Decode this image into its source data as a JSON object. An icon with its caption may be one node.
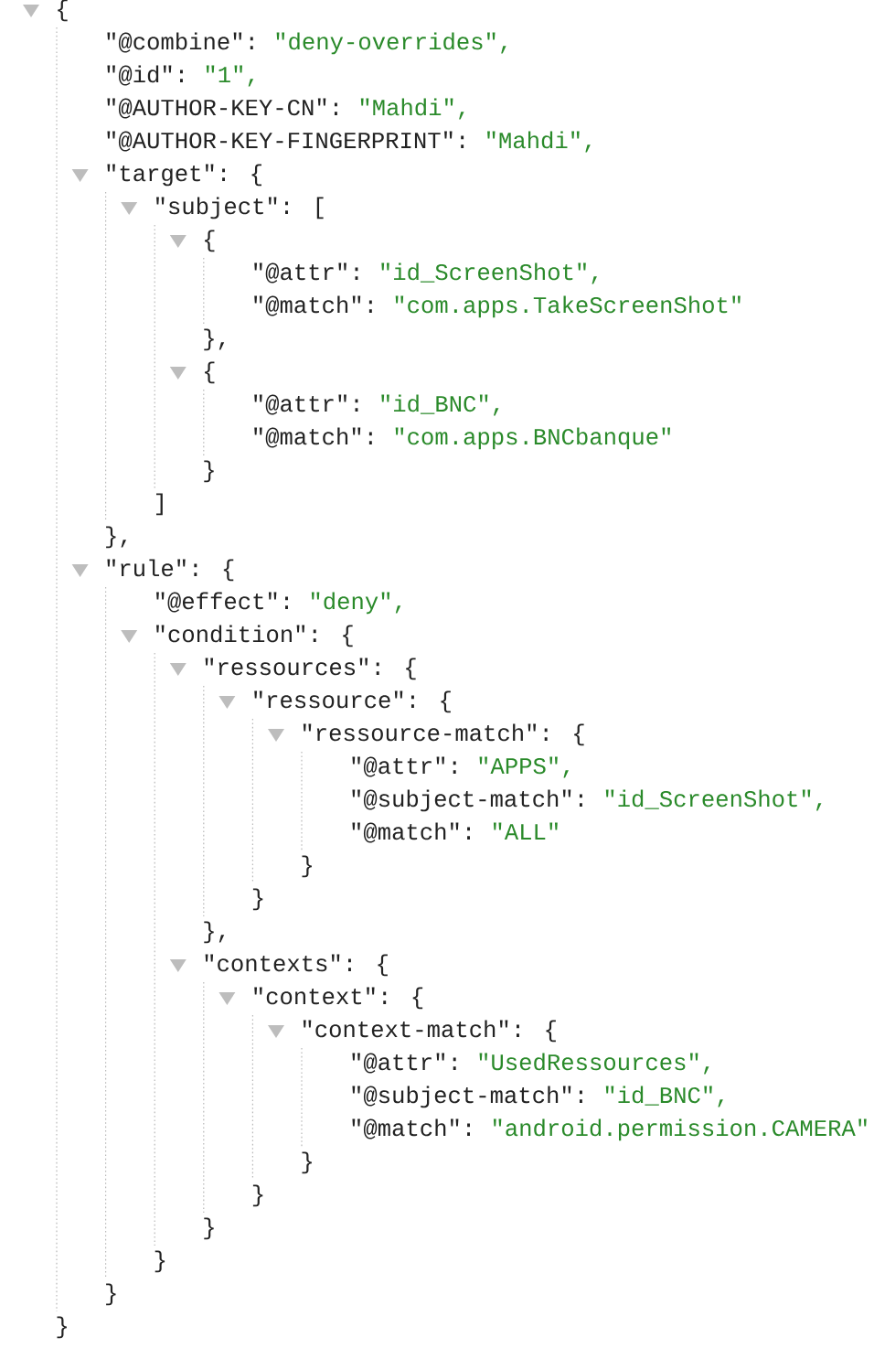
{
  "diagram": {
    "labels": [
      "{",
      "\"@combine\":",
      "\"deny-overrides\",",
      "\"@id\":",
      "\"1\",",
      "\"@AUTHOR-KEY-CN\":",
      "\"Mahdi\",",
      "\"@AUTHOR-KEY-FINGERPRINT\":",
      "\"Mahdi\",",
      "\"target\": {",
      "\"subject\": [",
      "{",
      "\"@attr\":",
      "\"id_ScreenShot\",",
      "\"@match\":",
      "\"com.apps.TakeScreenShot\"",
      "},",
      "{",
      "\"@attr\":",
      "\"id_BNC\",",
      "\"@match\":",
      "\"com.apps.BNCbanque\"",
      "}",
      "]",
      "},",
      "\"rule\": {",
      "\"@effect\":",
      "\"deny\",",
      "\"condition\": {",
      "\"ressources\": {",
      "\"ressource\": {",
      "\"ressource-match\": {",
      "\"@attr\":",
      "\"APPS\",",
      "\"@subject-match\":",
      "\"id_ScreenShot\",",
      "\"@match\":",
      "\"ALL\"",
      "}",
      "}",
      "},",
      "\"contexts\": {",
      "\"context\": {",
      "\"context-match\": {",
      "\"@attr\":",
      "\"UsedRessources\",",
      "\"@subject-match\":",
      "\"id_BNC\",",
      "\"@match\":",
      "\"android.permission.CAMERA\"",
      "}",
      "}",
      "}",
      "}",
      "}",
      "}"
    ]
  }
}
